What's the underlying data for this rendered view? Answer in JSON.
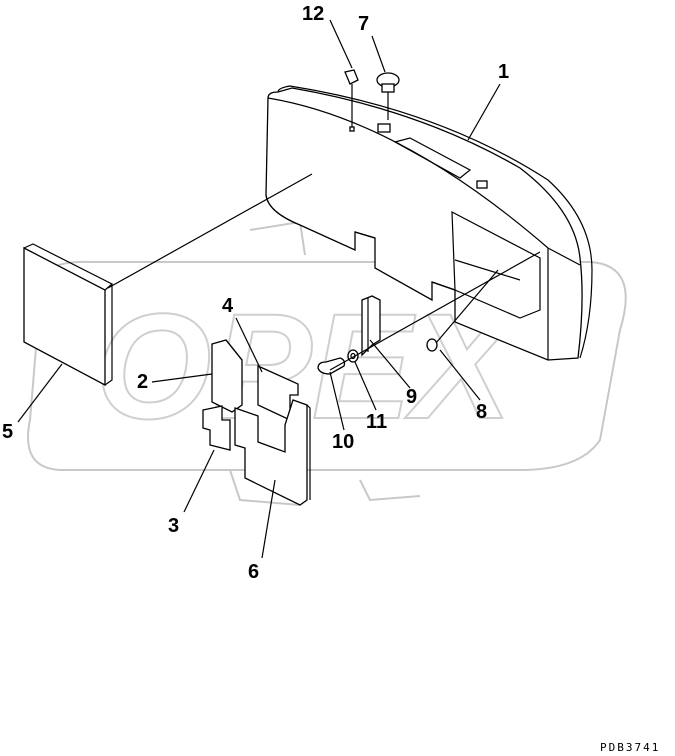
{
  "diagram": {
    "drawing_code": "PDB3741",
    "corner_mark": "",
    "callouts": [
      "1",
      "2",
      "3",
      "4",
      "5",
      "6",
      "7",
      "8",
      "9",
      "10",
      "11",
      "12"
    ],
    "watermark_logo": "OPEX"
  }
}
